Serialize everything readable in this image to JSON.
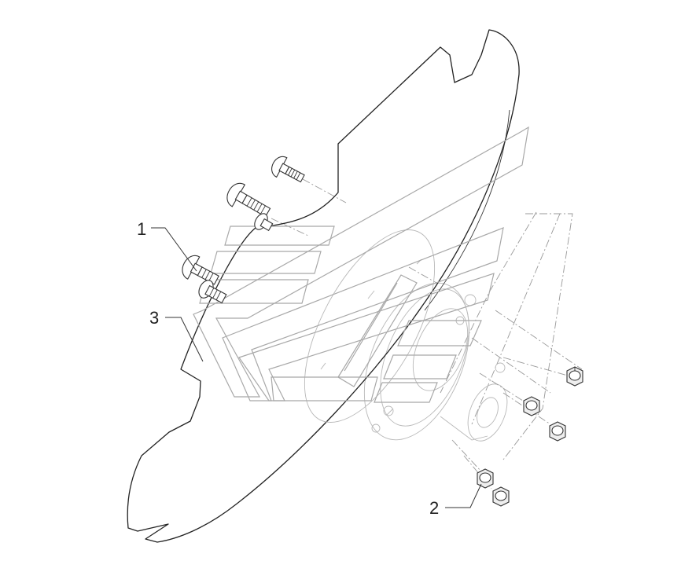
{
  "callouts": [
    {
      "label": "1",
      "part": "carriage-bolt"
    },
    {
      "label": "2",
      "part": "hex-nut"
    },
    {
      "label": "3",
      "part": "disc-blade"
    }
  ],
  "watermark": {
    "shape": "stacked-chevron-bars",
    "color": "#bdbdbd"
  },
  "colors": {
    "ink": "#222222",
    "ghost": "#a8a8a8",
    "background": "#ffffff"
  }
}
